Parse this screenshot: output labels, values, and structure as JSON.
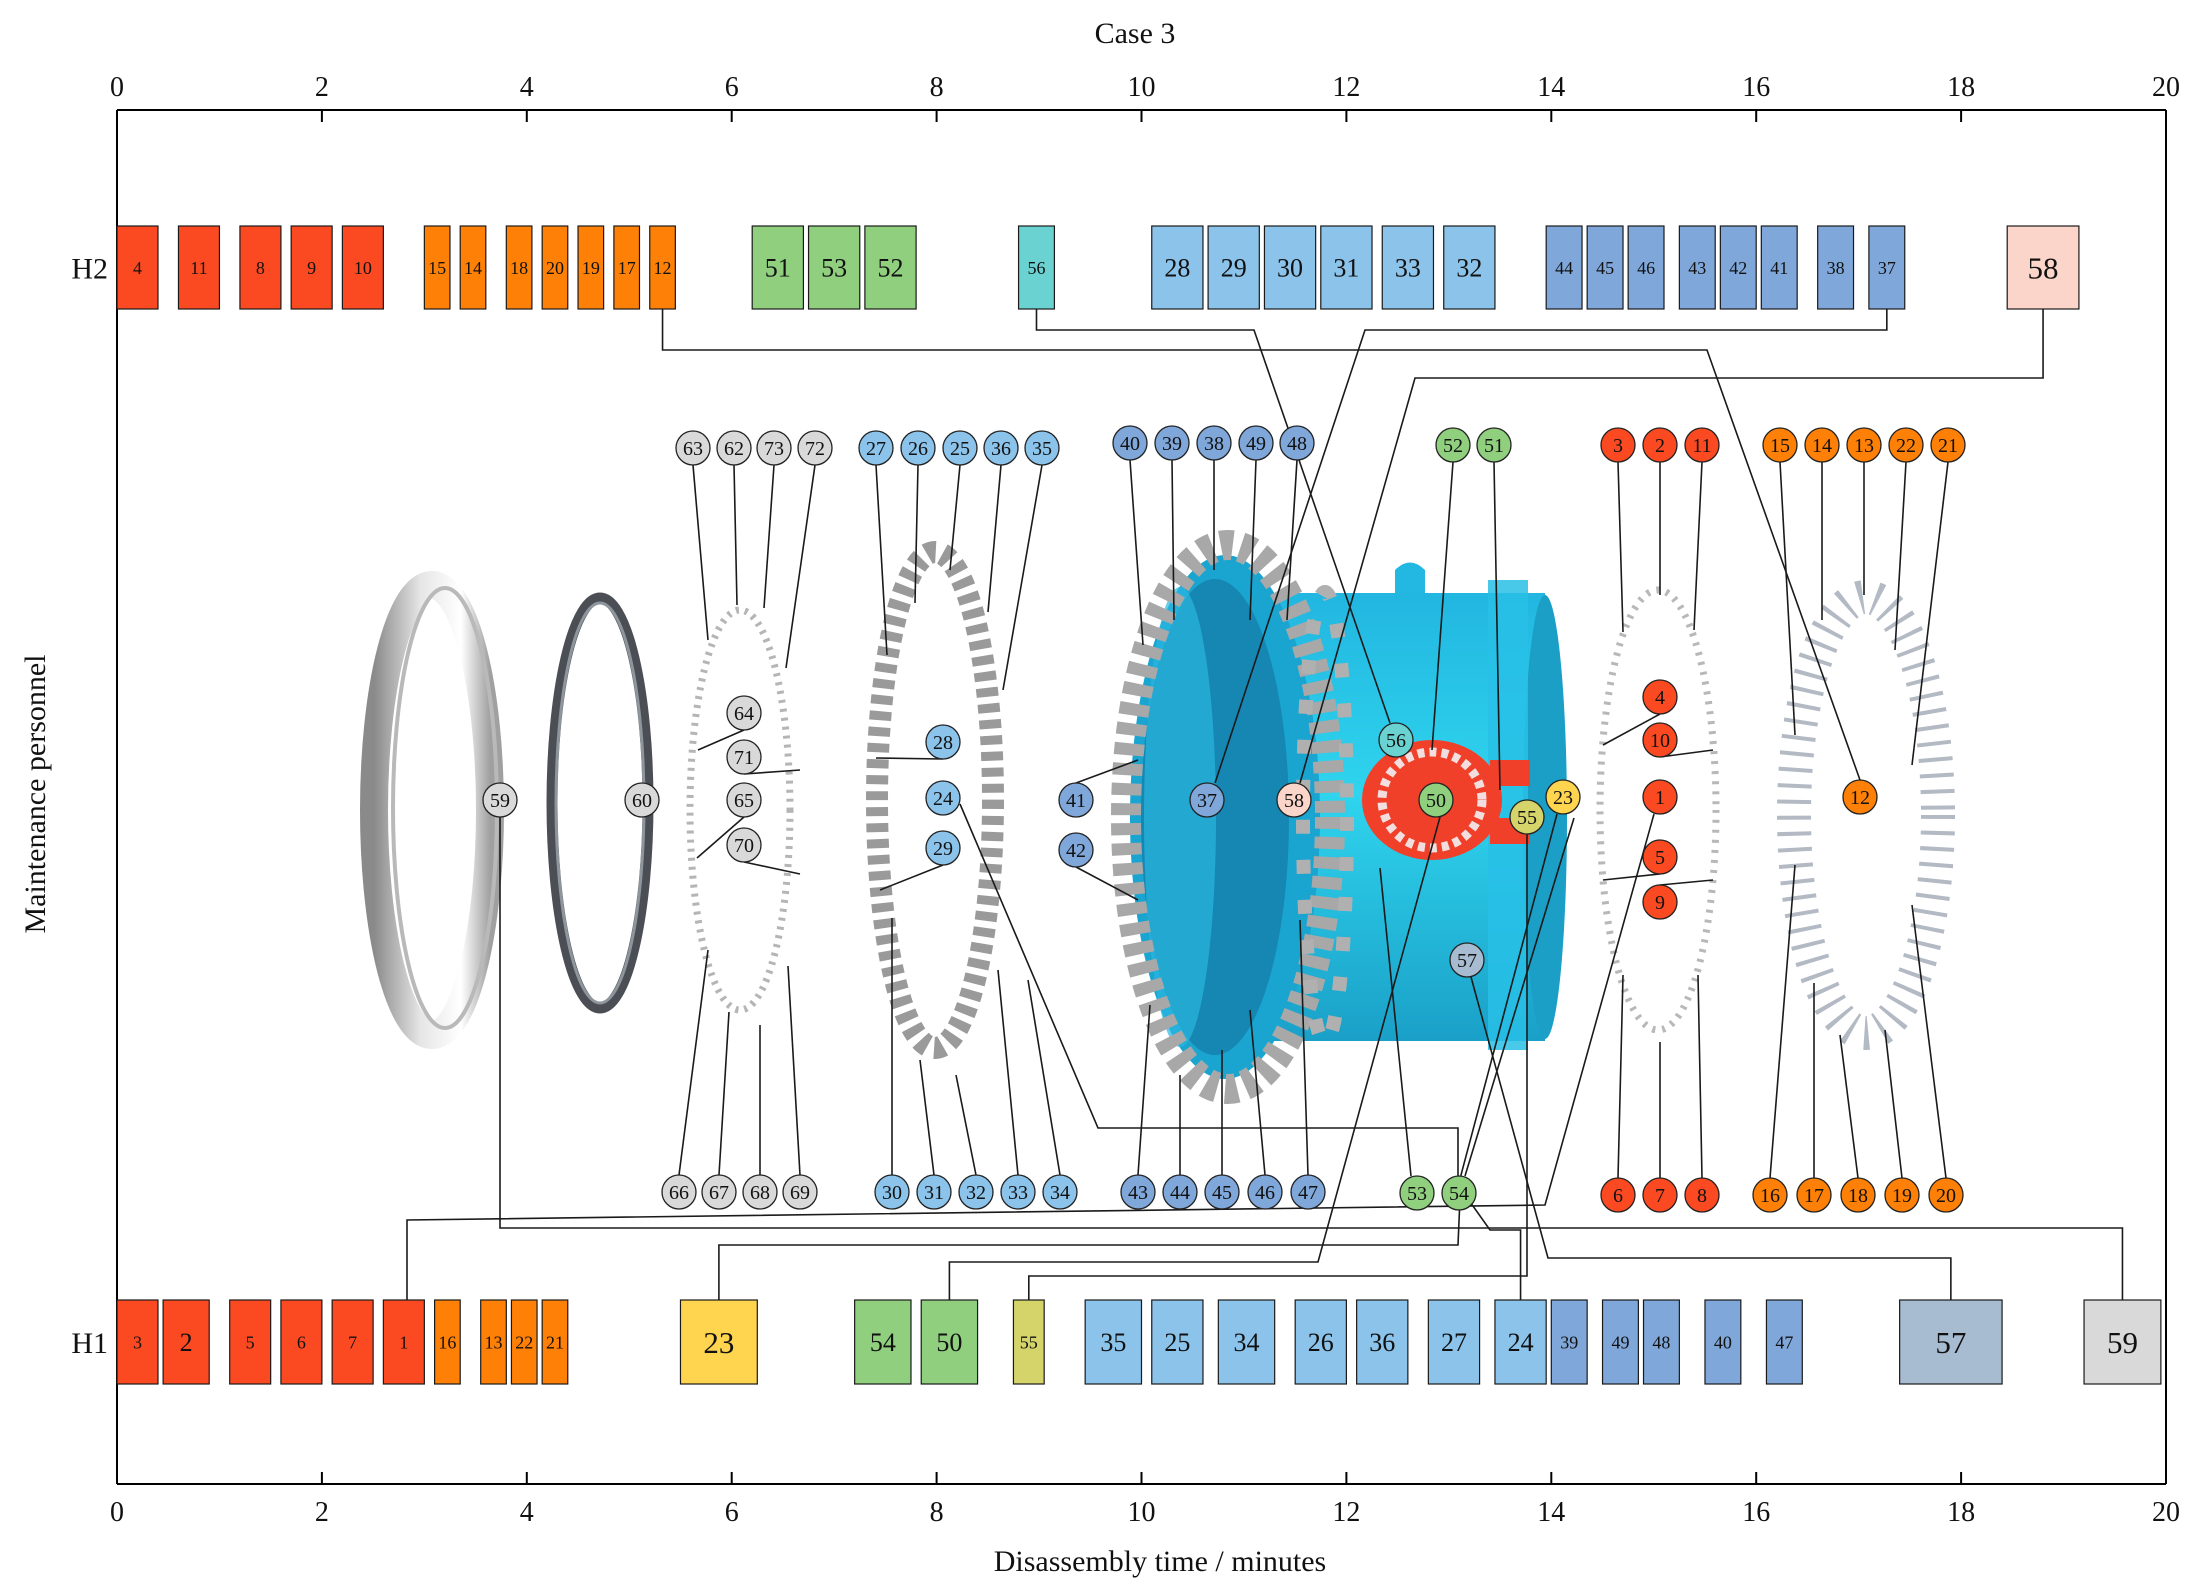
{
  "chart_data": {
    "type": "gantt",
    "title": "Case 3",
    "xlabel": "Disassembly time / minutes",
    "ylabel": "Maintenance personnel",
    "xlim": [
      0,
      20
    ],
    "xticks": [
      0,
      2,
      4,
      6,
      8,
      10,
      12,
      14,
      16,
      18,
      20
    ],
    "grid": false,
    "colors": {
      "red": "#fb4a21",
      "orange": "#fe8007",
      "green": "#8fcf7e",
      "teal": "#6ad3d2",
      "light_blue": "#8bc3ea",
      "mid_blue": "#7fa7d9",
      "pink": "#fcd5ca",
      "yellow": "#ffd54f",
      "olive": "#d4d46a",
      "slate": "#a7bcd1",
      "grey": "#d9d9d9"
    },
    "rows": [
      {
        "name": "H2",
        "tasks": [
          {
            "id": "4",
            "start": 0.0,
            "end": 0.4,
            "color": "red"
          },
          {
            "id": "11",
            "start": 0.6,
            "end": 1.0,
            "color": "red"
          },
          {
            "id": "8",
            "start": 1.2,
            "end": 1.6,
            "color": "red"
          },
          {
            "id": "9",
            "start": 1.7,
            "end": 2.1,
            "color": "red"
          },
          {
            "id": "10",
            "start": 2.2,
            "end": 2.6,
            "color": "red"
          },
          {
            "id": "15",
            "start": 3.0,
            "end": 3.25,
            "color": "orange"
          },
          {
            "id": "14",
            "start": 3.35,
            "end": 3.6,
            "color": "orange"
          },
          {
            "id": "18",
            "start": 3.8,
            "end": 4.05,
            "color": "orange"
          },
          {
            "id": "20",
            "start": 4.15,
            "end": 4.4,
            "color": "orange"
          },
          {
            "id": "19",
            "start": 4.5,
            "end": 4.75,
            "color": "orange"
          },
          {
            "id": "17",
            "start": 4.85,
            "end": 5.1,
            "color": "orange"
          },
          {
            "id": "12",
            "start": 5.2,
            "end": 5.45,
            "color": "orange"
          },
          {
            "id": "51",
            "start": 6.2,
            "end": 6.7,
            "color": "green"
          },
          {
            "id": "53",
            "start": 6.75,
            "end": 7.25,
            "color": "green"
          },
          {
            "id": "52",
            "start": 7.3,
            "end": 7.8,
            "color": "green"
          },
          {
            "id": "56",
            "start": 8.8,
            "end": 9.15,
            "color": "teal"
          },
          {
            "id": "28",
            "start": 10.1,
            "end": 10.6,
            "color": "light_blue"
          },
          {
            "id": "29",
            "start": 10.65,
            "end": 11.15,
            "color": "light_blue"
          },
          {
            "id": "30",
            "start": 11.2,
            "end": 11.7,
            "color": "light_blue"
          },
          {
            "id": "31",
            "start": 11.75,
            "end": 12.25,
            "color": "light_blue"
          },
          {
            "id": "33",
            "start": 12.35,
            "end": 12.85,
            "color": "light_blue"
          },
          {
            "id": "32",
            "start": 12.95,
            "end": 13.45,
            "color": "light_blue"
          },
          {
            "id": "44",
            "start": 13.95,
            "end": 14.3,
            "color": "mid_blue"
          },
          {
            "id": "45",
            "start": 14.35,
            "end": 14.7,
            "color": "mid_blue"
          },
          {
            "id": "46",
            "start": 14.75,
            "end": 15.1,
            "color": "mid_blue"
          },
          {
            "id": "43",
            "start": 15.25,
            "end": 15.6,
            "color": "mid_blue"
          },
          {
            "id": "42",
            "start": 15.65,
            "end": 16.0,
            "color": "mid_blue"
          },
          {
            "id": "41",
            "start": 16.05,
            "end": 16.4,
            "color": "mid_blue"
          },
          {
            "id": "38",
            "start": 16.6,
            "end": 16.95,
            "color": "mid_blue"
          },
          {
            "id": "37",
            "start": 17.1,
            "end": 17.45,
            "color": "mid_blue"
          },
          {
            "id": "58",
            "start": 18.45,
            "end": 19.15,
            "color": "pink"
          }
        ]
      },
      {
        "name": "H1",
        "tasks": [
          {
            "id": "3",
            "start": 0.0,
            "end": 0.4,
            "color": "red"
          },
          {
            "id": "2",
            "start": 0.45,
            "end": 0.9,
            "color": "red"
          },
          {
            "id": "5",
            "start": 1.1,
            "end": 1.5,
            "color": "red"
          },
          {
            "id": "6",
            "start": 1.6,
            "end": 2.0,
            "color": "red"
          },
          {
            "id": "7",
            "start": 2.1,
            "end": 2.5,
            "color": "red"
          },
          {
            "id": "1",
            "start": 2.6,
            "end": 3.0,
            "color": "red"
          },
          {
            "id": "16",
            "start": 3.1,
            "end": 3.35,
            "color": "orange"
          },
          {
            "id": "13",
            "start": 3.55,
            "end": 3.8,
            "color": "orange"
          },
          {
            "id": "22",
            "start": 3.85,
            "end": 4.1,
            "color": "orange"
          },
          {
            "id": "21",
            "start": 4.15,
            "end": 4.4,
            "color": "orange"
          },
          {
            "id": "23",
            "start": 5.5,
            "end": 6.25,
            "color": "yellow"
          },
          {
            "id": "54",
            "start": 7.2,
            "end": 7.75,
            "color": "green"
          },
          {
            "id": "50",
            "start": 7.85,
            "end": 8.4,
            "color": "green"
          },
          {
            "id": "55",
            "start": 8.75,
            "end": 9.05,
            "color": "olive"
          },
          {
            "id": "35",
            "start": 9.45,
            "end": 10.0,
            "color": "light_blue"
          },
          {
            "id": "25",
            "start": 10.1,
            "end": 10.6,
            "color": "light_blue"
          },
          {
            "id": "34",
            "start": 10.75,
            "end": 11.3,
            "color": "light_blue"
          },
          {
            "id": "26",
            "start": 11.5,
            "end": 12.0,
            "color": "light_blue"
          },
          {
            "id": "36",
            "start": 12.1,
            "end": 12.6,
            "color": "light_blue"
          },
          {
            "id": "27",
            "start": 12.8,
            "end": 13.3,
            "color": "light_blue"
          },
          {
            "id": "24",
            "start": 13.45,
            "end": 13.95,
            "color": "light_blue"
          },
          {
            "id": "39",
            "start": 14.0,
            "end": 14.35,
            "color": "mid_blue"
          },
          {
            "id": "49",
            "start": 14.5,
            "end": 14.85,
            "color": "mid_blue"
          },
          {
            "id": "48",
            "start": 14.9,
            "end": 15.25,
            "color": "mid_blue"
          },
          {
            "id": "40",
            "start": 15.5,
            "end": 15.85,
            "color": "mid_blue"
          },
          {
            "id": "47",
            "start": 16.1,
            "end": 16.45,
            "color": "mid_blue"
          },
          {
            "id": "57",
            "start": 17.4,
            "end": 18.4,
            "color": "slate"
          },
          {
            "id": "59",
            "start": 19.2,
            "end": 19.95,
            "color": "grey"
          }
        ]
      }
    ],
    "assembly_labels": [
      {
        "id": "63",
        "color": "grey"
      },
      {
        "id": "62",
        "color": "grey"
      },
      {
        "id": "73",
        "color": "grey"
      },
      {
        "id": "72",
        "color": "grey"
      },
      {
        "id": "64",
        "color": "grey"
      },
      {
        "id": "71",
        "color": "grey"
      },
      {
        "id": "65",
        "color": "grey"
      },
      {
        "id": "70",
        "color": "grey"
      },
      {
        "id": "59",
        "color": "grey"
      },
      {
        "id": "60",
        "color": "grey"
      },
      {
        "id": "66",
        "color": "grey"
      },
      {
        "id": "67",
        "color": "grey"
      },
      {
        "id": "68",
        "color": "grey"
      },
      {
        "id": "69",
        "color": "grey"
      },
      {
        "id": "27",
        "color": "light_blue"
      },
      {
        "id": "26",
        "color": "light_blue"
      },
      {
        "id": "25",
        "color": "light_blue"
      },
      {
        "id": "36",
        "color": "light_blue"
      },
      {
        "id": "35",
        "color": "light_blue"
      },
      {
        "id": "28",
        "color": "light_blue"
      },
      {
        "id": "24",
        "color": "light_blue"
      },
      {
        "id": "29",
        "color": "light_blue"
      },
      {
        "id": "30",
        "color": "light_blue"
      },
      {
        "id": "31",
        "color": "light_blue"
      },
      {
        "id": "32",
        "color": "light_blue"
      },
      {
        "id": "33",
        "color": "light_blue"
      },
      {
        "id": "34",
        "color": "light_blue"
      },
      {
        "id": "40",
        "color": "mid_blue"
      },
      {
        "id": "39",
        "color": "mid_blue"
      },
      {
        "id": "38",
        "color": "mid_blue"
      },
      {
        "id": "49",
        "color": "mid_blue"
      },
      {
        "id": "48",
        "color": "mid_blue"
      },
      {
        "id": "41",
        "color": "mid_blue"
      },
      {
        "id": "42",
        "color": "mid_blue"
      },
      {
        "id": "37",
        "color": "mid_blue"
      },
      {
        "id": "43",
        "color": "mid_blue"
      },
      {
        "id": "44",
        "color": "mid_blue"
      },
      {
        "id": "45",
        "color": "mid_blue"
      },
      {
        "id": "46",
        "color": "mid_blue"
      },
      {
        "id": "47",
        "color": "mid_blue"
      },
      {
        "id": "58",
        "color": "pink"
      },
      {
        "id": "56",
        "color": "teal"
      },
      {
        "id": "57",
        "color": "slate"
      },
      {
        "id": "52",
        "color": "green"
      },
      {
        "id": "51",
        "color": "green"
      },
      {
        "id": "50",
        "color": "green"
      },
      {
        "id": "55",
        "color": "olive"
      },
      {
        "id": "23",
        "color": "yellow"
      },
      {
        "id": "53",
        "color": "green"
      },
      {
        "id": "54",
        "color": "green"
      },
      {
        "id": "3",
        "color": "red"
      },
      {
        "id": "2",
        "color": "red"
      },
      {
        "id": "11",
        "color": "red"
      },
      {
        "id": "4",
        "color": "red"
      },
      {
        "id": "10",
        "color": "red"
      },
      {
        "id": "1",
        "color": "red"
      },
      {
        "id": "5",
        "color": "red"
      },
      {
        "id": "9",
        "color": "red"
      },
      {
        "id": "6",
        "color": "red"
      },
      {
        "id": "7",
        "color": "red"
      },
      {
        "id": "8",
        "color": "red"
      },
      {
        "id": "15",
        "color": "orange"
      },
      {
        "id": "14",
        "color": "orange"
      },
      {
        "id": "13",
        "color": "orange"
      },
      {
        "id": "22",
        "color": "orange"
      },
      {
        "id": "21",
        "color": "orange"
      },
      {
        "id": "12",
        "color": "orange"
      },
      {
        "id": "16",
        "color": "orange"
      },
      {
        "id": "17",
        "color": "orange"
      },
      {
        "id": "18",
        "color": "orange"
      },
      {
        "id": "19",
        "color": "orange"
      },
      {
        "id": "20",
        "color": "orange"
      }
    ]
  }
}
